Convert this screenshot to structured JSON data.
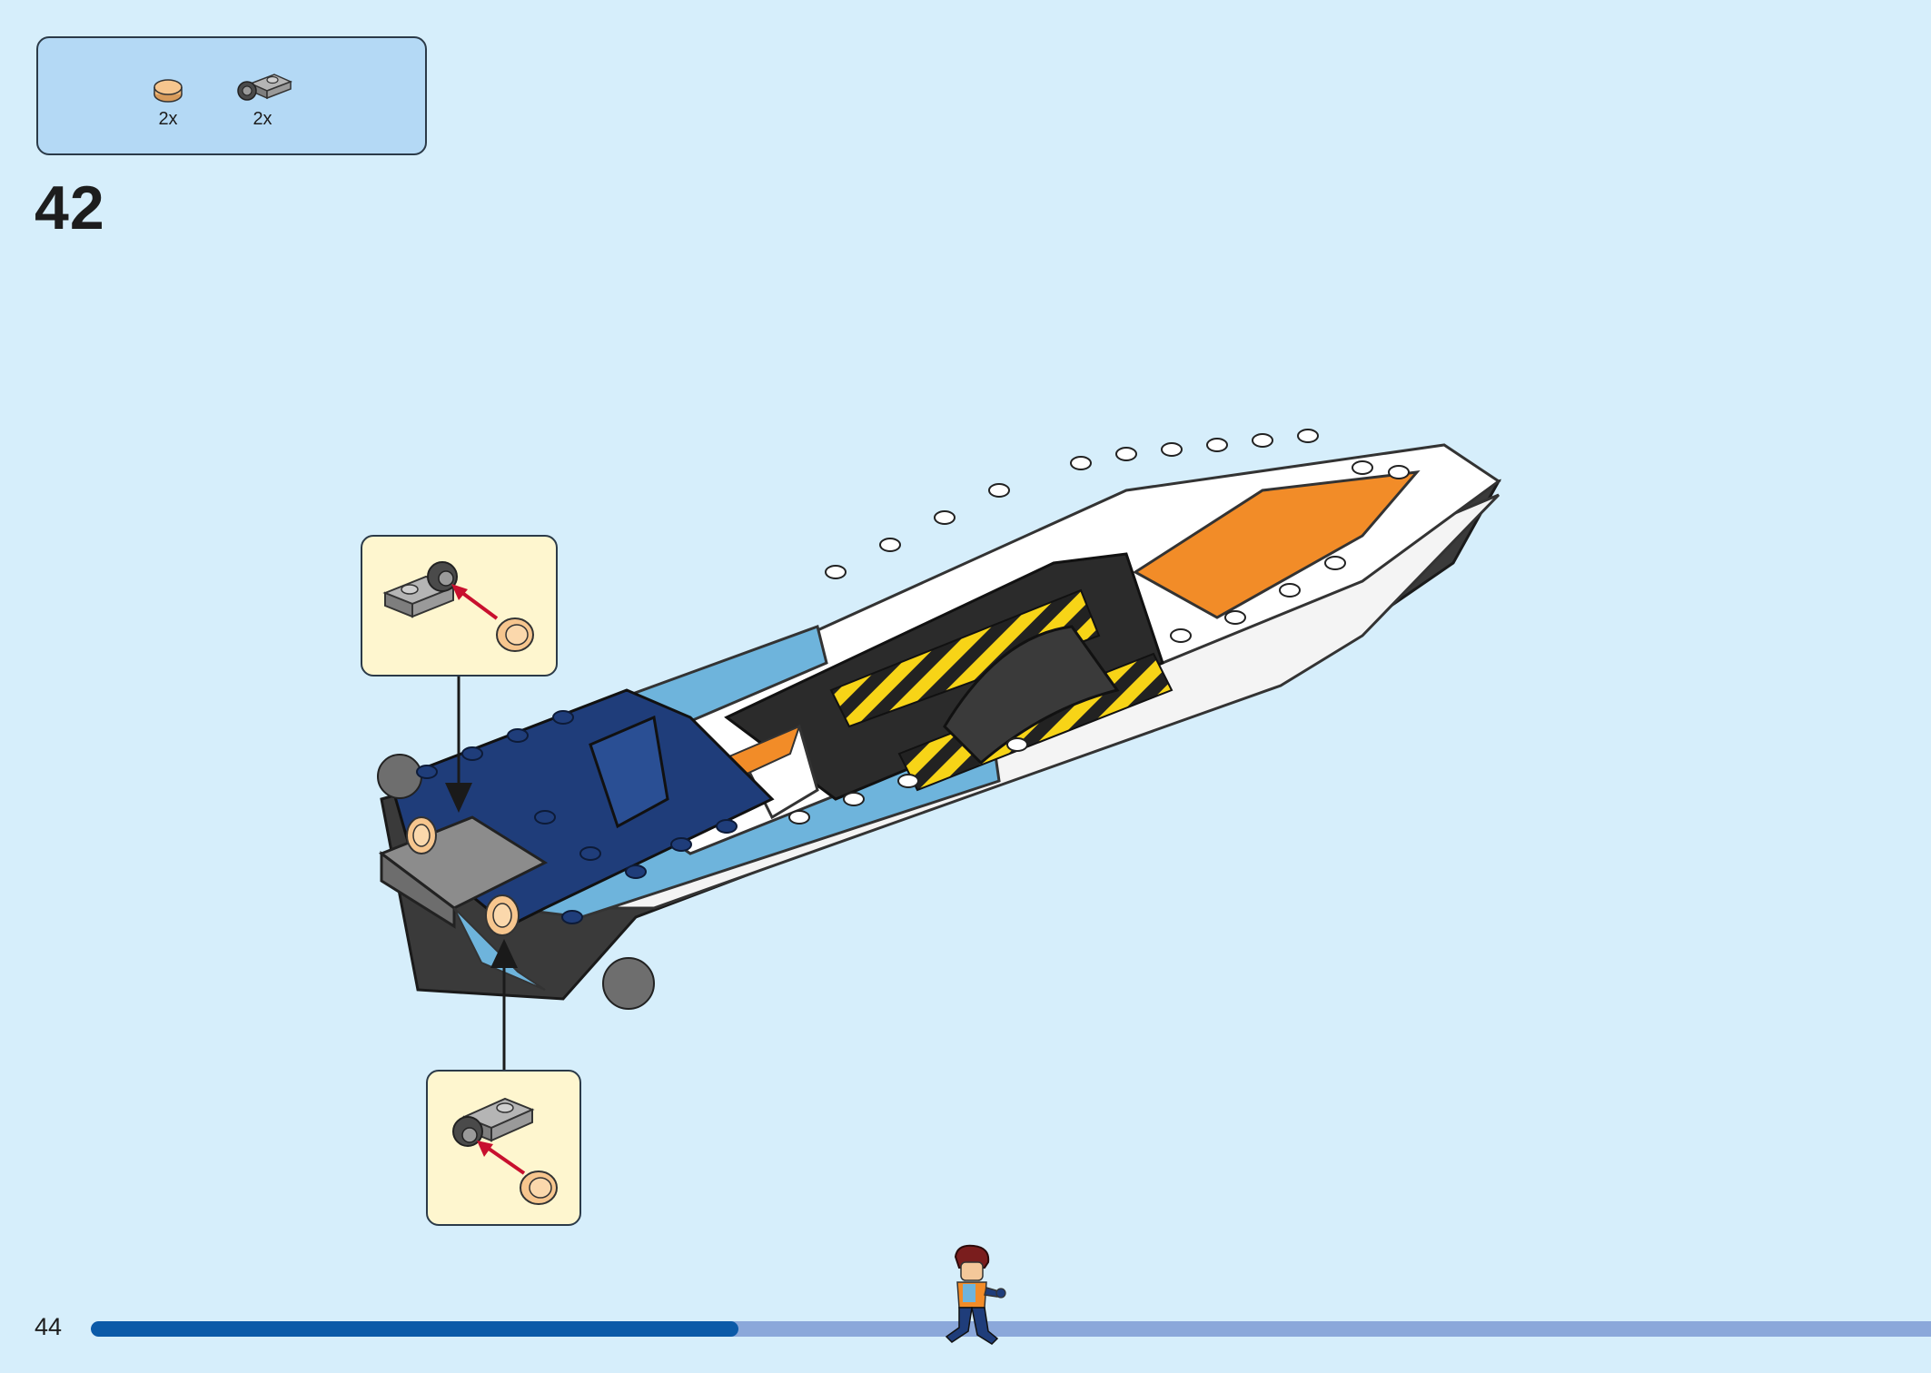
{
  "step": {
    "number": "42"
  },
  "parts_list": [
    {
      "part": "tan-round-tile-icon",
      "color": "#f7c68e",
      "quantity": "2x"
    },
    {
      "part": "gray-plate-with-wheel-holder-icon",
      "color": "#8c8c8c",
      "quantity": "2x"
    }
  ],
  "callouts": [
    {
      "name": "callout-upper",
      "icon": "attach-round-tile-to-holder-icon"
    },
    {
      "name": "callout-lower",
      "icon": "attach-round-tile-to-holder-icon"
    }
  ],
  "footer": {
    "page_number": "44",
    "progress": 0.352,
    "progress_icon": "running-minifigure-icon"
  },
  "colors": {
    "background": "#d6eefb",
    "parts_box": "#b4d9f5",
    "callout_box": "#fef6cf",
    "progress_fill": "#0b5aa8",
    "progress_track": "#8ba8da",
    "hull_navy": "#1f3d7a",
    "hull_light_blue": "#6eb4dc",
    "hull_orange": "#f28c28",
    "hazard_yellow": "#f7d417"
  }
}
